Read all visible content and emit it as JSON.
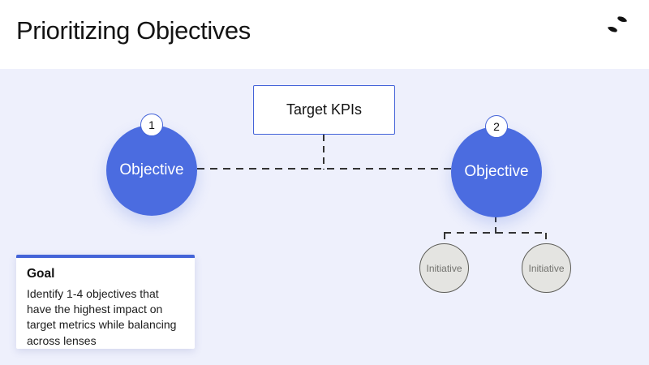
{
  "header": {
    "title": "Prioritizing Objectives",
    "logo_icon": "brand-swirl-icon",
    "logo_color": "#111111"
  },
  "diagram": {
    "kpi_box": {
      "label": "Target KPIs"
    },
    "objectives": [
      {
        "badge": "1",
        "label": "Objective"
      },
      {
        "badge": "2",
        "label": "Objective"
      }
    ],
    "initiatives": [
      {
        "label": "Initiative"
      },
      {
        "label": "Initiative"
      }
    ],
    "goal_card": {
      "title": "Goal",
      "body": "Identify 1-4 objectives that have the highest impact on target metrics while balancing across lenses"
    },
    "colors": {
      "accent_blue": "#4b6ce0",
      "border_blue": "#4363d8",
      "canvas_background": "#eef0fc",
      "initiative_fill": "#e4e4e1",
      "initiative_border": "#5d5d58",
      "dash_line": "#333333"
    }
  }
}
